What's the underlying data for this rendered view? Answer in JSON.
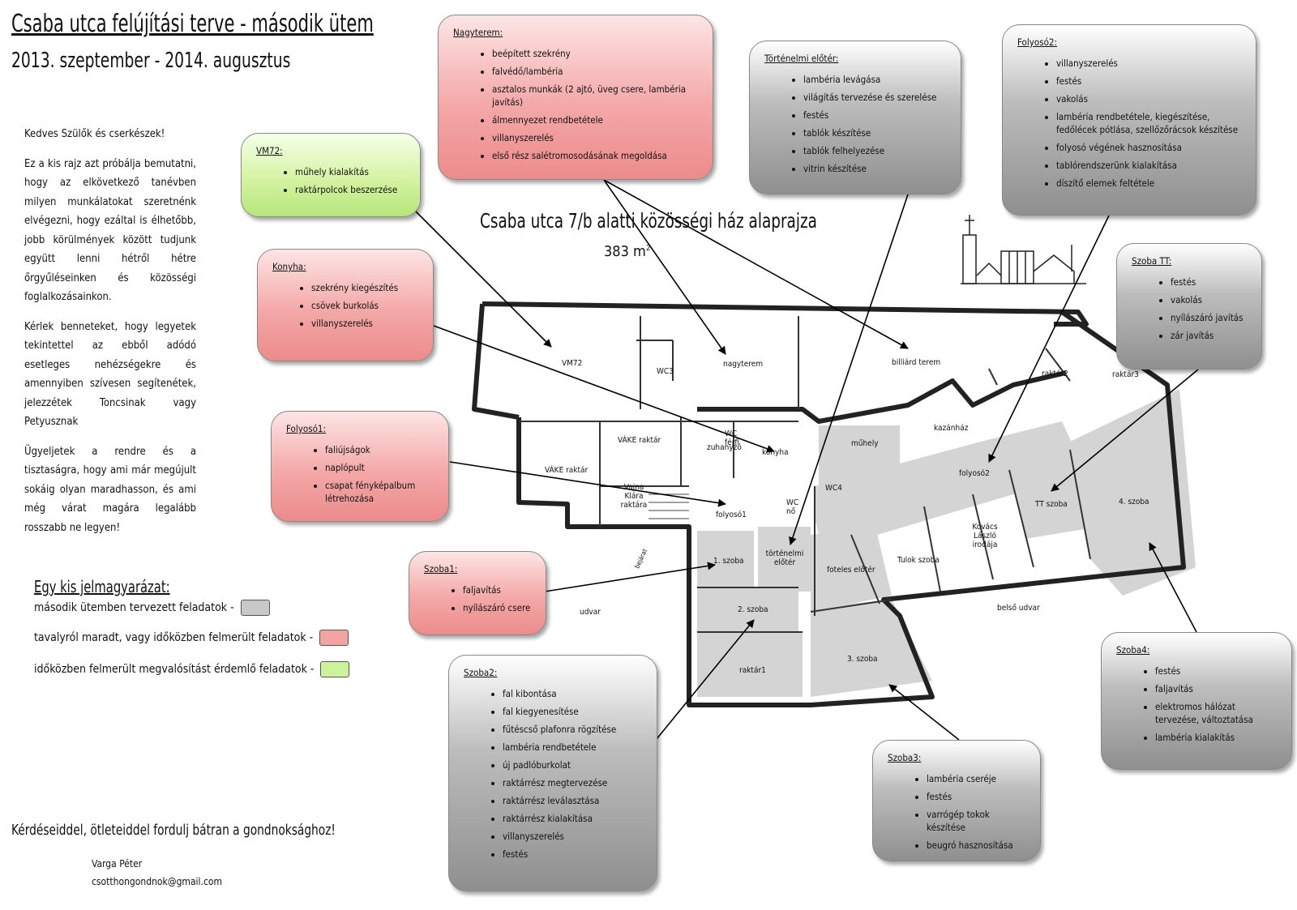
{
  "header": {
    "title": "Csaba utca felújítási terve - második ütem",
    "subtitle": "2013. szeptember - 2014. augusztus"
  },
  "intro": {
    "greeting": "Kedves Szülők és cserkészek!",
    "p1": "Ez a kis rajz azt próbálja bemutatni, hogy az elkövetkező tanévben milyen munkálatokat szeretnénk elvégezni, hogy ezáltal is élhetőbb, jobb körülmények között tudjunk együtt lenni hétről hétre őrgyűléseinken és közösségi foglalkozásainkon.",
    "p2": "Kérlek benneteket, hogy legyetek tekintettel az ebből adódó esetleges nehézségekre és amennyiben szívesen segítenétek, jelezzétek Toncsinak vagy Petyusznak",
    "p3": "Ügyeljetek a rendre és a tisztaságra, hogy ami már megújult sokáig olyan maradhasson, és ami még várat magára legalább rosszabb ne legyen!"
  },
  "legend": {
    "title": "Egy kis jelmagyarázat:",
    "items": [
      {
        "label": "második ütemben tervezett feladatok -",
        "color": "#c8c8c8"
      },
      {
        "label": "tavalyról maradt, vagy időközben felmerült feladatok -",
        "color": "#f4a3a3"
      },
      {
        "label": "időközben felmerült megvalósítást érdemlő feladatok -",
        "color": "#cdf29b"
      }
    ]
  },
  "footer": {
    "text": "Kérdéseiddel, ötleteiddel fordulj bátran a gondnoksághoz!",
    "name": "Varga Péter",
    "email": "csotthongondnok@gmail.com"
  },
  "plan": {
    "title": "Csaba utca 7/b alatti közösségi ház alaprajza",
    "area_number": "383 m",
    "area_exp": "2",
    "rooms": {
      "vm72": "VM72",
      "wc3": "WC3",
      "nagyterem": "nagyterem",
      "billiard": "billiárd terem",
      "raktar2": "raktár2",
      "raktar3": "raktár3",
      "kazanhaz": "kazánház",
      "muhely": "műhely",
      "wc_ferfi": "WC férfi",
      "konyha": "konyha",
      "vake_raktar_small": "VÁKE raktár",
      "vake_raktar": "VÁKE raktár",
      "zuhanyzo": "zuhanyzó",
      "vajna": "Vajna Klára raktára",
      "folyoso1": "folyosó1",
      "wc_no": "WC nő",
      "wc4": "WC4",
      "folyoso2": "folyosó2",
      "tt_szoba": "TT szoba",
      "szoba4": "4. szoba",
      "kovacs": "Kovács László irodája",
      "tulok": "Tulok szoba",
      "foteles": "foteles előtér",
      "tortenelmi": "történelmi előtér",
      "szoba1": "1. szoba",
      "szoba2": "2. szoba",
      "szoba3": "3. szoba",
      "raktar1": "raktár1",
      "udvar": "udvar",
      "belso_udvar": "belső udvar",
      "bejarat": "bejárat"
    }
  },
  "boxes": {
    "vm72": {
      "title": "VM72:",
      "items": [
        "műhely kialakítás",
        "raktárpolcok beszerzése"
      ]
    },
    "konyha": {
      "title": "Konyha:",
      "items": [
        "szekrény kiegészítés",
        "csövek burkolás",
        "villanyszerelés"
      ]
    },
    "folyoso1": {
      "title": "Folyosó1:",
      "items": [
        "faliújságok",
        "naplópult",
        "csapat fényképalbum létrehozása"
      ]
    },
    "szoba1": {
      "title": "Szoba1:",
      "items": [
        "faljavítás",
        "nyílászáró csere"
      ]
    },
    "nagyterem": {
      "title": "Nagyterem:",
      "items": [
        "beépített szekrény",
        "falvédő/lambéria",
        "asztalos munkák (2 ajtó, üveg csere, lambéria javítás)",
        "álmennyezet rendbetétele",
        "villanyszerelés",
        "első rész salétromosodásának megoldása"
      ]
    },
    "tortenelmi": {
      "title": "Történelmi előtér:",
      "items": [
        "lambéria levágása",
        "világítás tervezése és szerelése",
        "festés",
        "tablók készítése",
        "tablók felhelyezése",
        "vitrin készítése"
      ]
    },
    "folyoso2": {
      "title": "Folyosó2:",
      "items": [
        "villanyszerelés",
        "festés",
        "vakolás",
        "lambéria rendbetétele, kiegészítése, fedőlécek pótlása, szellőzőrácsok készítése",
        "folyosó végének hasznosítása",
        "tablórendszerünk kialakítása",
        "díszítő elemek feltétele"
      ]
    },
    "szoba_tt": {
      "title": "Szoba TT:",
      "items": [
        "festés",
        "vakolás",
        "nyílászáró javítás",
        "zár javítás"
      ]
    },
    "szoba4": {
      "title": "Szoba4:",
      "items": [
        "festés",
        "faljavítás",
        "elektromos hálózat tervezése, változtatása",
        "lambéria kialakítás"
      ]
    },
    "szoba3": {
      "title": "Szoba3:",
      "items": [
        "lambéria cseréje",
        "festés",
        "varrógép tokok készítése",
        "beugró hasznosítása"
      ]
    },
    "szoba2": {
      "title": "Szoba2:",
      "items": [
        "fal kibontása",
        "fal kiegyenesítése",
        "fűtéscső plafonra rögzítése",
        "lambéria rendbetétele",
        "új padlóburkolat",
        "raktárrész megtervezése",
        "raktárrész leválasztása",
        "raktárrész kialakítása",
        "villanyszerelés",
        "festés"
      ]
    }
  }
}
